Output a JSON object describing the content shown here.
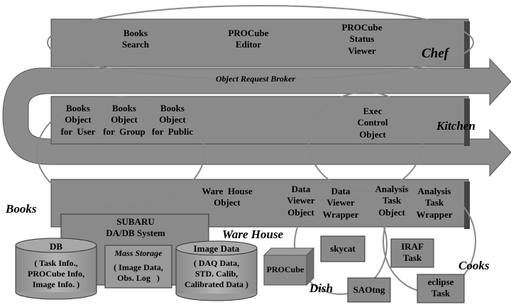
{
  "layers": {
    "chef": "Chef",
    "kitchen": "Kitchen",
    "books": "Books",
    "ware_house": "Ware House",
    "dish": "Dish",
    "cooks": "Cooks"
  },
  "top_panel": {
    "books_search": "Books\nSearch",
    "procube_editor": "PROCube\nEditor",
    "status_viewer": "PROCube\nStatus\nViewer"
  },
  "orb": "Object Request Broker",
  "middle_panel": {
    "books_user": "Books\nObject\nfor  User",
    "books_group": "Books\nObject\nfor  Group",
    "books_public": "Books\nObject\nfor  Public",
    "exec_control": "Exec\nControl\nObject"
  },
  "bottom_panel": {
    "warehouse_object": "Ware  House\nObject",
    "data_viewer_object": "Data\nViewer\nObject",
    "data_viewer_wrapper": "Data\nViewer\nWrapper",
    "analysis_task_object": "Analysis\nTask\nObject",
    "analysis_task_wrapper": "Analysis\nTask\nWrapper"
  },
  "subaru": "SUBARU\nDA/DB System",
  "db": {
    "title": "DB",
    "body": "( Task Info.,\nPROCube Info,\nImage Info. )"
  },
  "mass_storage": {
    "title": "Mass Storage",
    "body": "( Image Data,\nObs. Log   )"
  },
  "image_data": {
    "title": "Image Data",
    "body": "( DAQ Data,\nSTD. Calib,\nCalibrated Data )"
  },
  "procube_box": "PROCube",
  "tools": {
    "skycat": "skycat",
    "saotng": "SAOtng",
    "iraf": "IRAF\nTask",
    "eclipse": "eclipse\nTask"
  }
}
